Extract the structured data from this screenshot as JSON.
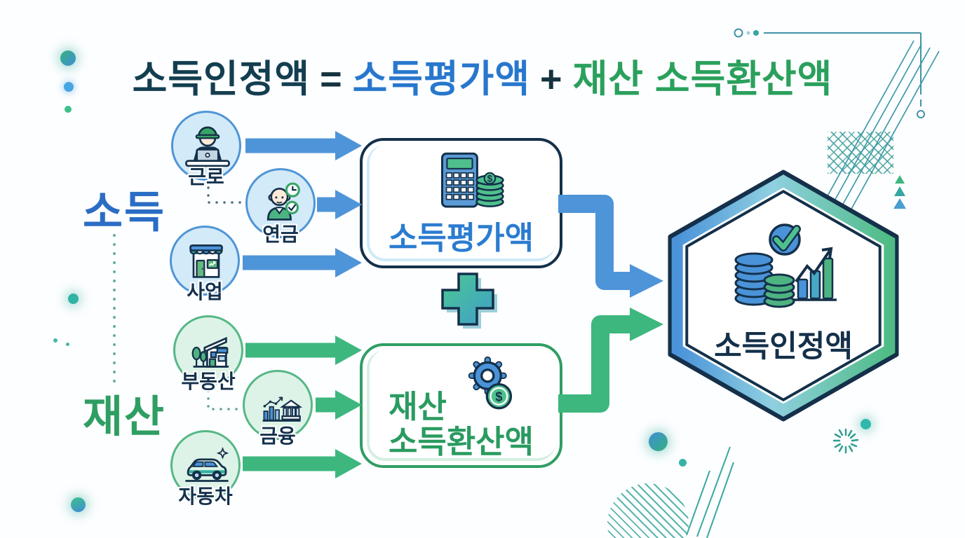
{
  "title": {
    "term": "소득인정액",
    "equals": "=",
    "term_income": "소득평가액",
    "plus": "+",
    "term_property": "재산 소득환산액"
  },
  "groups": {
    "income": {
      "label": "소득",
      "items": [
        {
          "label": "근로",
          "icon": "worker-icon"
        },
        {
          "label": "연금",
          "icon": "pension-icon"
        },
        {
          "label": "사업",
          "icon": "store-icon"
        }
      ]
    },
    "property": {
      "label": "재산",
      "items": [
        {
          "label": "부동산",
          "icon": "house-icon"
        },
        {
          "label": "금융",
          "icon": "bank-chart-icon"
        },
        {
          "label": "자동차",
          "icon": "car-icon"
        }
      ]
    }
  },
  "process": {
    "income_box": {
      "label": "소득평가액",
      "icon": "calculator-coins-icon"
    },
    "plus_symbol": "+",
    "property_box": {
      "label_line1": "재산",
      "label_line2": "소득환산액",
      "icon": "gear-coin-icon"
    }
  },
  "result": {
    "label": "소득인정액",
    "icon": "coins-growth-chart-icon"
  },
  "symbols": {
    "dollar": "$"
  },
  "colors": {
    "navy": "#14304a",
    "blue": "#4a93d8",
    "blue_text": "#2b7cd0",
    "green": "#3db77e",
    "green_text": "#2a9b60",
    "teal": "#36a6a2",
    "title_dark": "#133e50"
  }
}
